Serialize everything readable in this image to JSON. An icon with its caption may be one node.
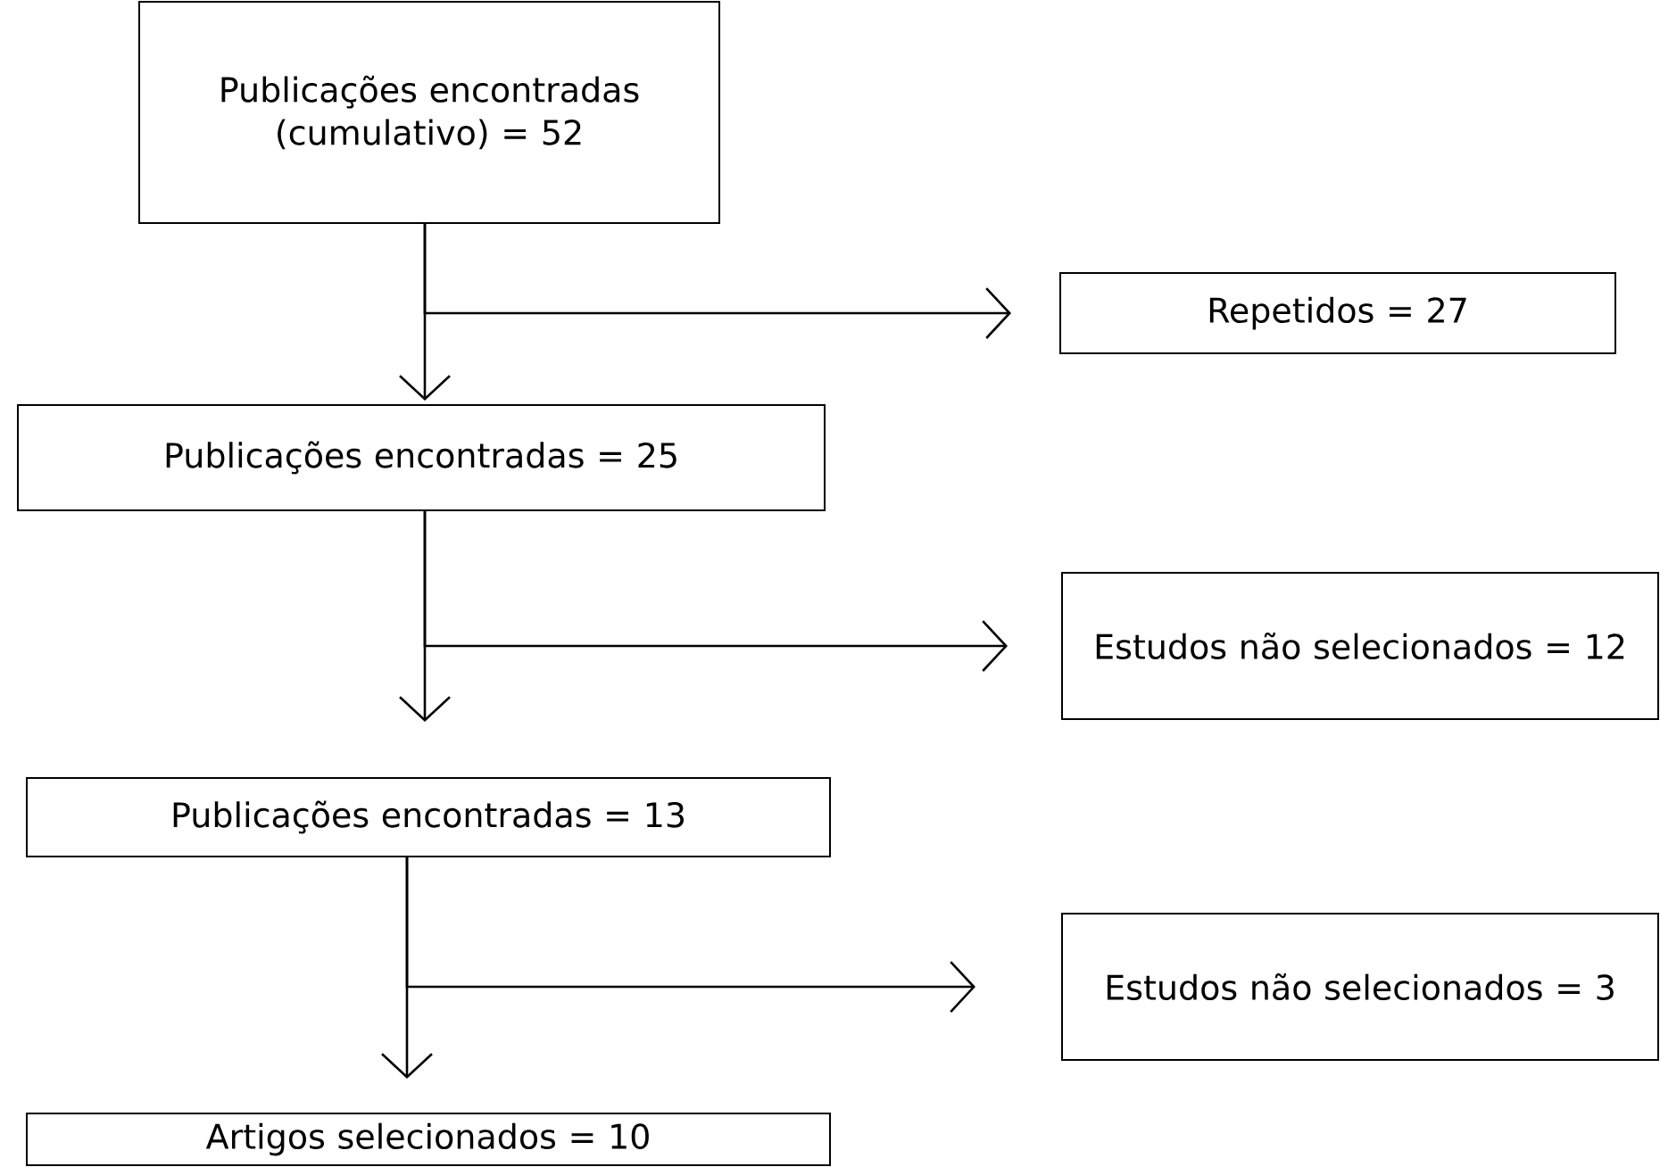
{
  "diagram": {
    "nodes": [
      {
        "text": [
          "Publicações encontradas (cumulativo) = 52"
        ]
      },
      {
        "text": [
          "Repetidos = 27"
        ]
      },
      {
        "text": [
          "Publicações encontradas = 25"
        ]
      },
      {
        "text": [
          "Estudos não selecionados = 12"
        ]
      },
      {
        "text": [
          "Publicações encontradas = 13"
        ]
      },
      {
        "text": [
          "Estudos não selecionados = 3"
        ]
      },
      {
        "text": [
          "Artigos selecionados = 10"
        ]
      }
    ],
    "edges": [
      {
        "from": 0,
        "to": 2,
        "arrow": "to"
      },
      {
        "from": 0,
        "to": 1,
        "arrow": "to"
      },
      {
        "from": 2,
        "to": 4,
        "arrow": "to"
      },
      {
        "from": 2,
        "to": 3,
        "arrow": "to"
      },
      {
        "from": 4,
        "to": 6,
        "arrow": "to"
      },
      {
        "from": 4,
        "to": 5,
        "arrow": "to"
      }
    ]
  }
}
